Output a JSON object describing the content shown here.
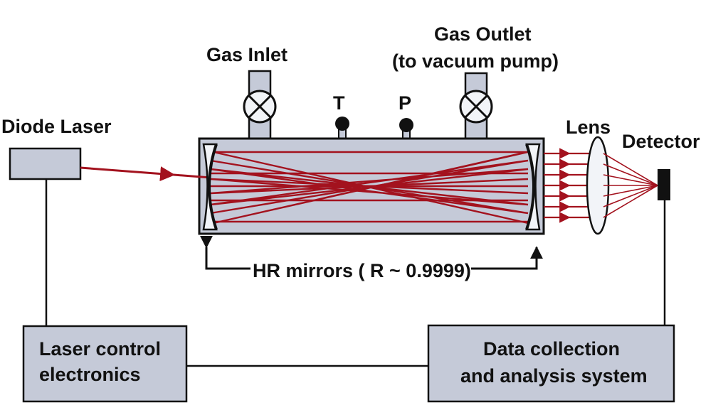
{
  "labels": {
    "diode_laser": "Diode Laser",
    "gas_inlet": "Gas Inlet",
    "gas_outlet_line1": "Gas Outlet",
    "gas_outlet_line2": "(to vacuum pump)",
    "temperature": "T",
    "pressure": "P",
    "lens": "Lens",
    "detector": "Detector",
    "hr_mirrors": "HR mirrors ( R ~ 0.9999)",
    "laser_control_line1": "Laser control",
    "laser_control_line2": "electronics",
    "data_collection_line1": "Data collection",
    "data_collection_line2": "and analysis system"
  },
  "colors": {
    "component_fill": "#c5cad8",
    "beam": "#a3121e",
    "outline": "#111111",
    "lens_fill": "#f2f4f8",
    "detector_fill": "#111111"
  },
  "icons": {
    "valve": "valve-icon",
    "sensor": "sensor-icon",
    "mirror": "mirror-icon",
    "lens": "lens-icon",
    "detector": "detector-icon"
  }
}
